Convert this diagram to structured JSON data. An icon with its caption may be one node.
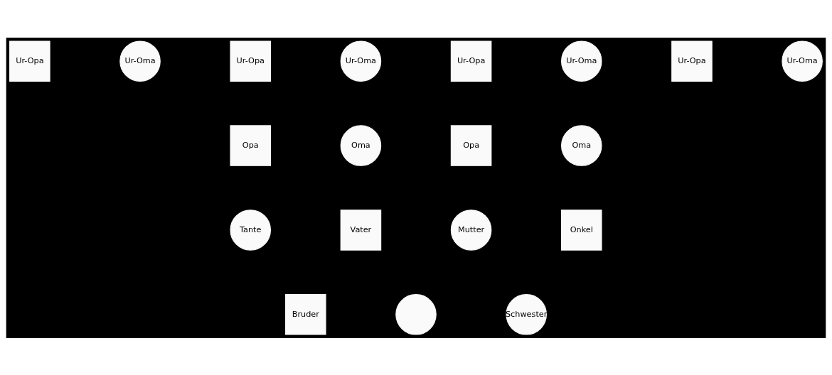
{
  "diagram": {
    "nodes": [
      {
        "text": [
          "Ur-Opa"
        ]
      },
      {
        "text": [
          "Ur-Oma"
        ]
      },
      {
        "text": [
          "Ur-Opa"
        ]
      },
      {
        "text": [
          "Ur-Oma"
        ]
      },
      {
        "text": [
          "Ur-Opa"
        ]
      },
      {
        "text": [
          "Ur-Oma"
        ]
      },
      {
        "text": [
          "Ur-Opa"
        ]
      },
      {
        "text": [
          "Ur-Oma"
        ]
      },
      {
        "text": [
          "Opa"
        ]
      },
      {
        "text": [
          "Oma"
        ]
      },
      {
        "text": [
          "Opa"
        ]
      },
      {
        "text": [
          "Oma"
        ]
      },
      {
        "text": [
          "Tante"
        ]
      },
      {
        "text": [
          "Vater"
        ]
      },
      {
        "text": [
          "Mutter"
        ]
      },
      {
        "text": [
          "Onkel"
        ]
      },
      {
        "text": [
          "Bruder"
        ]
      },
      {
        "text": [],
        "shape": "circle"
      },
      {
        "text": [
          "Schwester"
        ]
      }
    ]
  }
}
